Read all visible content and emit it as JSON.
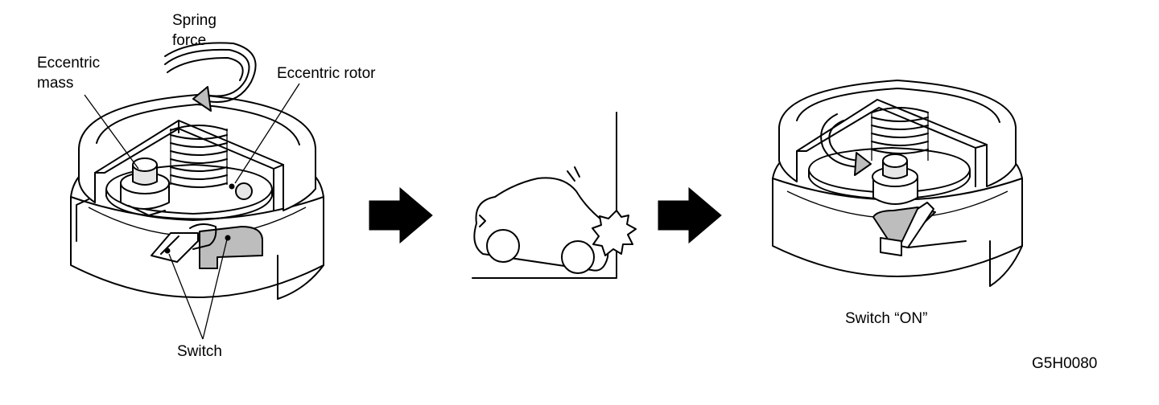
{
  "labels": {
    "spring_force_1": "Spring",
    "spring_force_2": "force",
    "eccentric_mass_1": "Eccentric",
    "eccentric_mass_2": "mass",
    "eccentric_rotor": "Eccentric rotor",
    "switch": "Switch",
    "switch_on": "Switch “ON”",
    "figure_code": "G5H0080"
  }
}
